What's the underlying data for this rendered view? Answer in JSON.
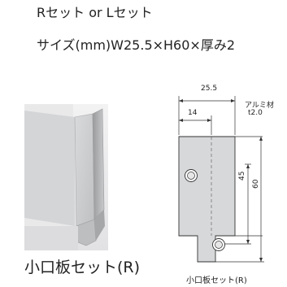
{
  "header": {
    "line1": "Rセット or Lセット",
    "line2": "サイズ(mm)W25.5×H60×厚み2"
  },
  "photo": {
    "caption": "小口板セット(R)"
  },
  "drawing": {
    "dim_width": "25.5",
    "dim_offset": "14",
    "material_label": "アルミ材",
    "thickness_label": "t2.0",
    "dim_hole_spacing": "45",
    "dim_height": "60",
    "caption": "小口板セット(R)"
  },
  "colors": {
    "plate_fill": "#cfd0d2",
    "outline": "#333333"
  }
}
